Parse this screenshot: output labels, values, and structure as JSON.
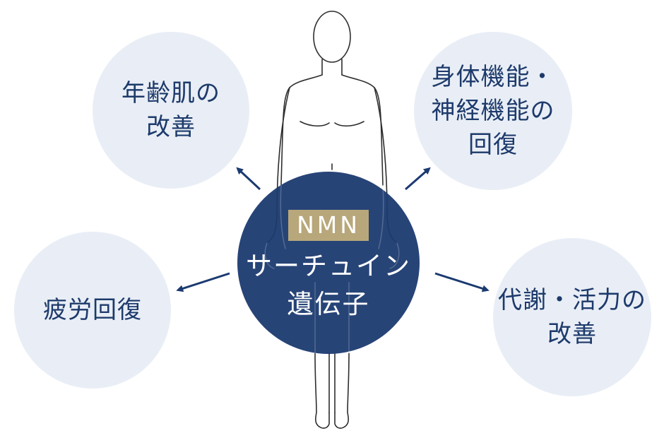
{
  "diagram": {
    "center": {
      "badge": "NMN",
      "line1": "サーチュイン",
      "line2": "遺伝子"
    },
    "effects": {
      "top_left": {
        "line1": "年齢肌の",
        "line2": "改善"
      },
      "top_right": {
        "line1": "身体機能・",
        "line2": "神経機能の",
        "line3": "回復"
      },
      "left": {
        "line1": "疲労回復"
      },
      "right": {
        "line1": "代謝・活力の",
        "line2": "改善"
      }
    },
    "colors": {
      "navy": "#1b3a70",
      "bubble": "#e9eef6",
      "gold": "#b8a77a",
      "outline": "#2a2a2a"
    }
  }
}
